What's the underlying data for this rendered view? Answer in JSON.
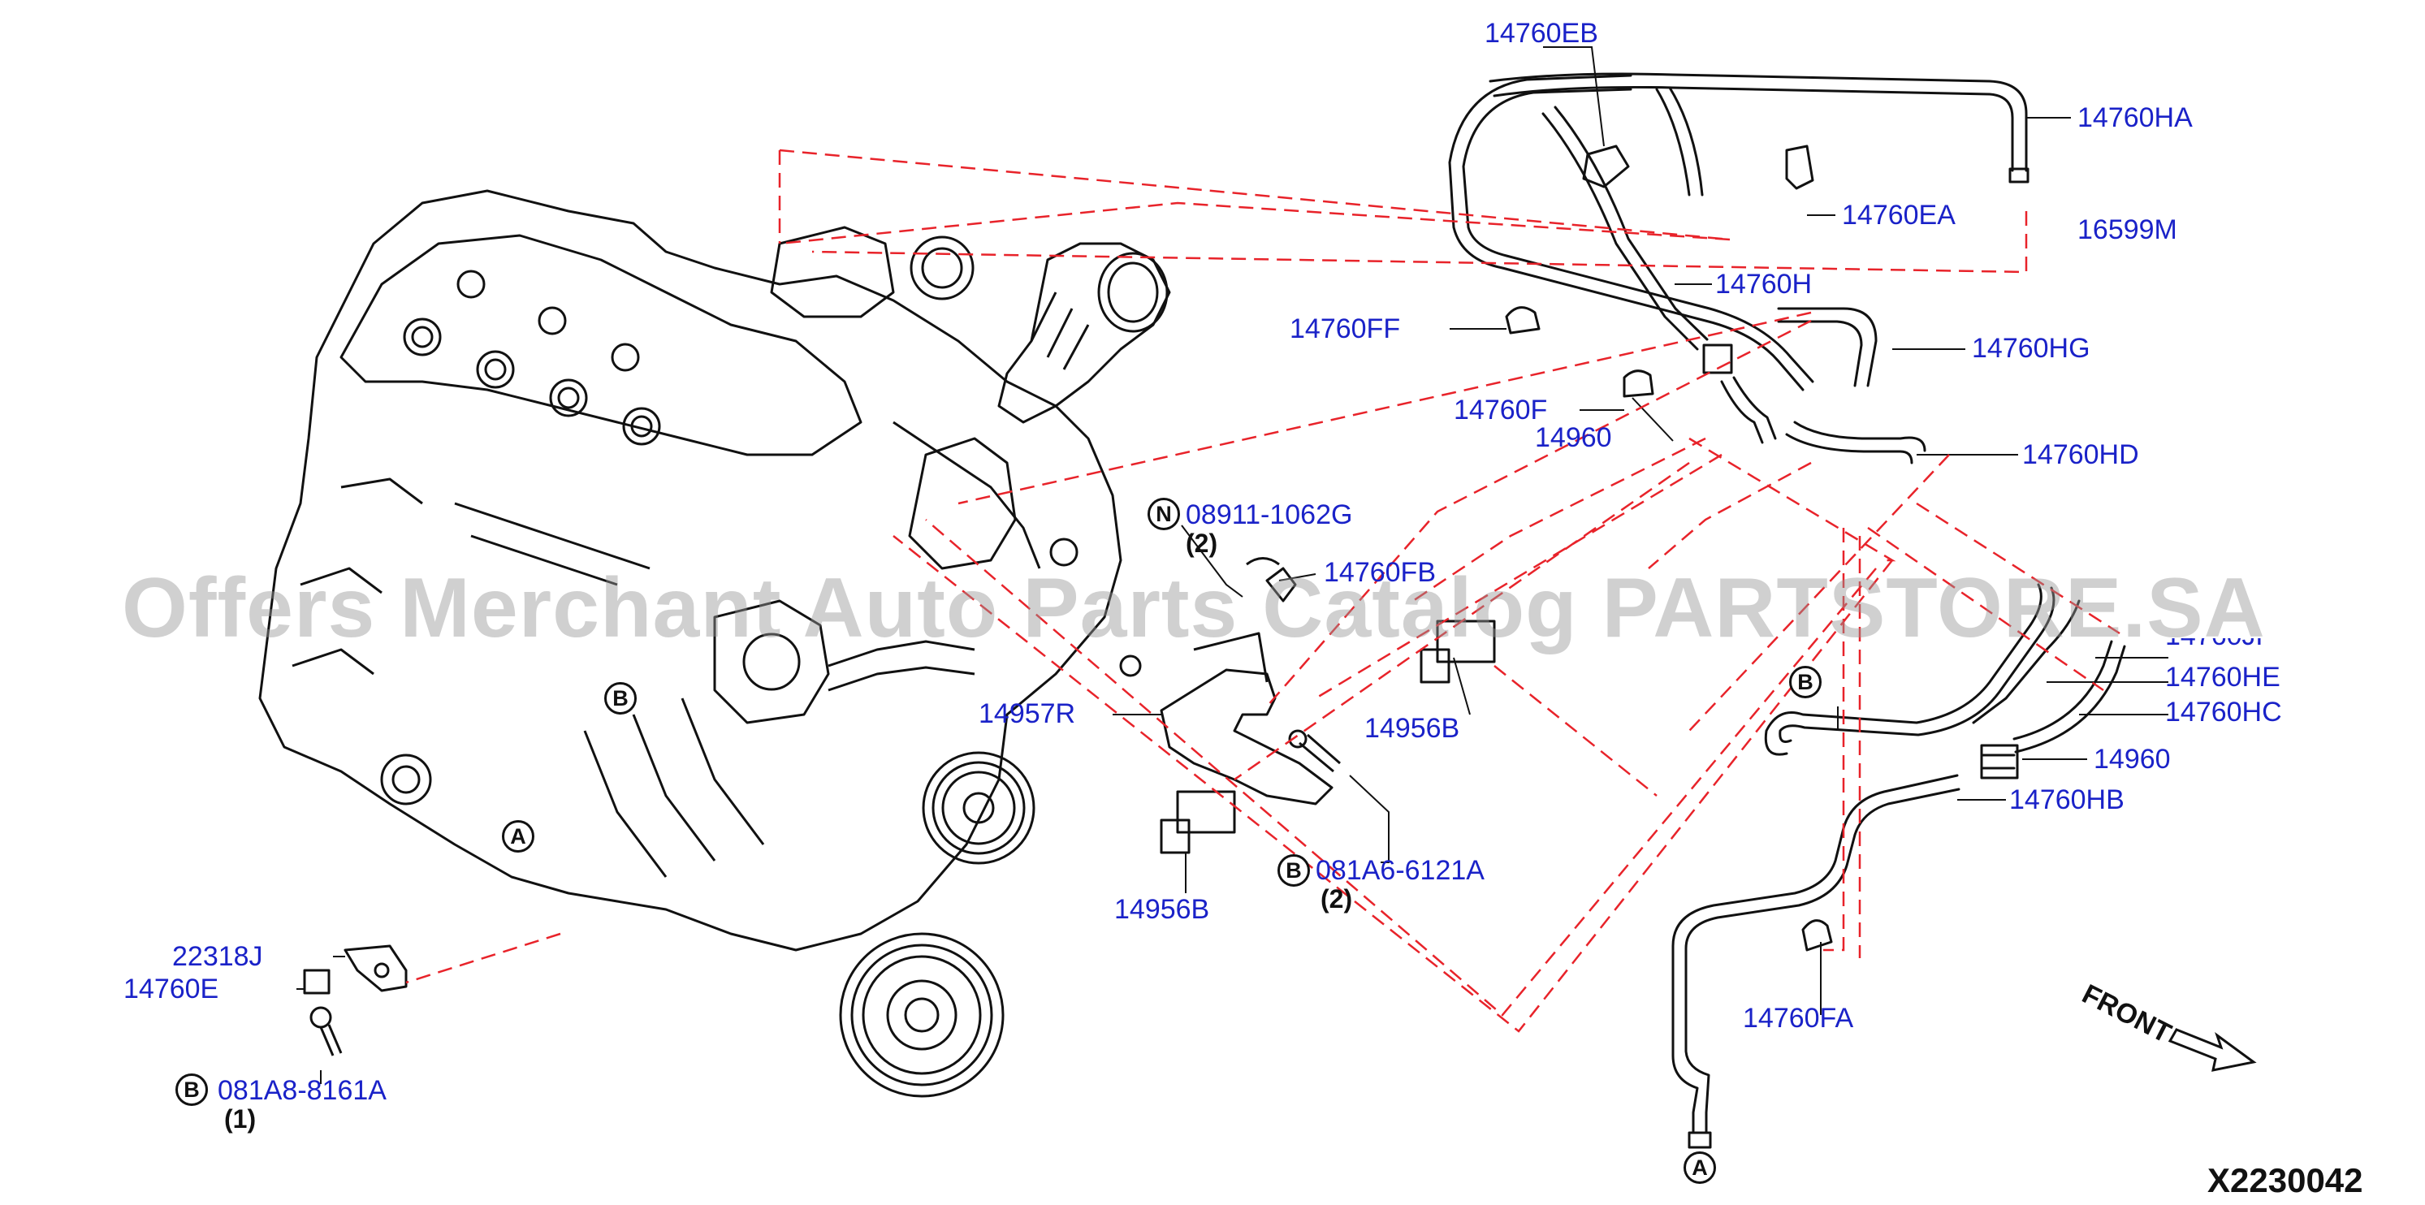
{
  "watermark": "Offers Merchant Auto Parts Catalog PARTSTORE.SA",
  "diagram_code": "X2230042",
  "front_label": "FRONT",
  "part_labels": {
    "p14760EB": "14760EB",
    "p14760HA": "14760HA",
    "p14760EA": "14760EA",
    "p16599M": "16599M",
    "p14760H": "14760H",
    "p14760FF": "14760FF",
    "p14760HG": "14760HG",
    "p14760F": "14760F",
    "p14960a": "14960",
    "p14760HD": "14760HD",
    "p08911": "08911-1062G",
    "p14760FB": "14760FB",
    "p14760JF": "14760JF",
    "p14760HE": "14760HE",
    "p14957R": "14957R",
    "p14956Ba": "14956B",
    "p14760HC": "14760HC",
    "p14960b": "14960",
    "p14760HB": "14760HB",
    "p081A6": "081A6-6121A",
    "p14956Bb": "14956B",
    "p22318J": "22318J",
    "p14760E": "14760E",
    "p14760FA": "14760FA",
    "p081A8": "081A8-8161A"
  },
  "quantities": {
    "q08911": "(2)",
    "q081A6": "(2)",
    "q081A8": "(1)"
  },
  "markers": {
    "N": "N",
    "A": "A",
    "B": "B"
  },
  "colors": {
    "label": "#1a22c8",
    "leader_dash": "#e8232a",
    "line": "#111111"
  }
}
